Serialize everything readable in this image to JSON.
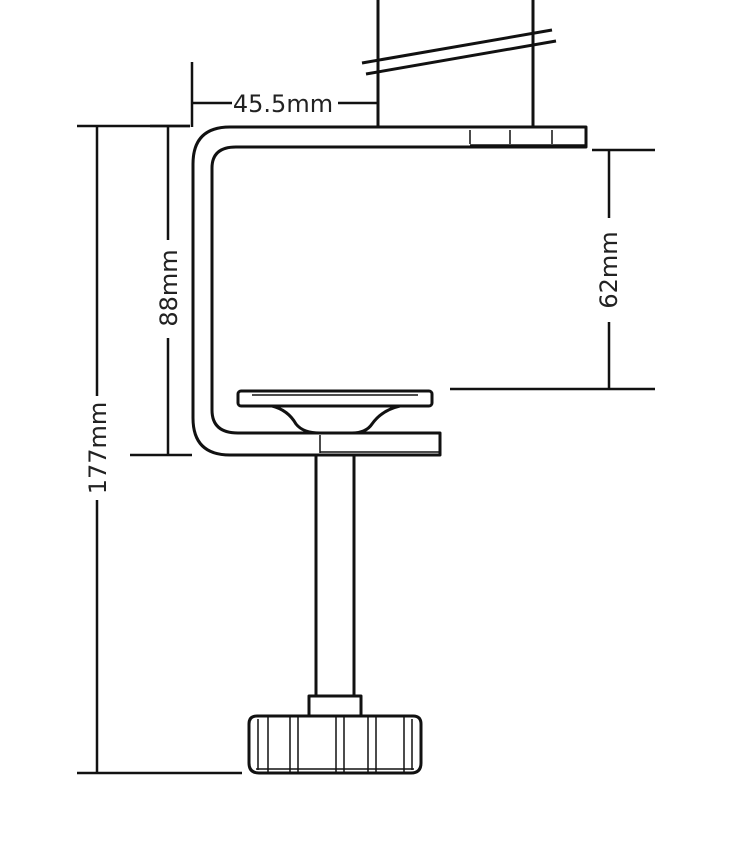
{
  "dimensions": {
    "width_label": "45.5mm",
    "inner_height_label": "88mm",
    "total_height_label": "177mm",
    "opening_label": "62mm"
  },
  "colors": {
    "line": "#111111",
    "text": "#222222",
    "background": "#ffffff"
  }
}
